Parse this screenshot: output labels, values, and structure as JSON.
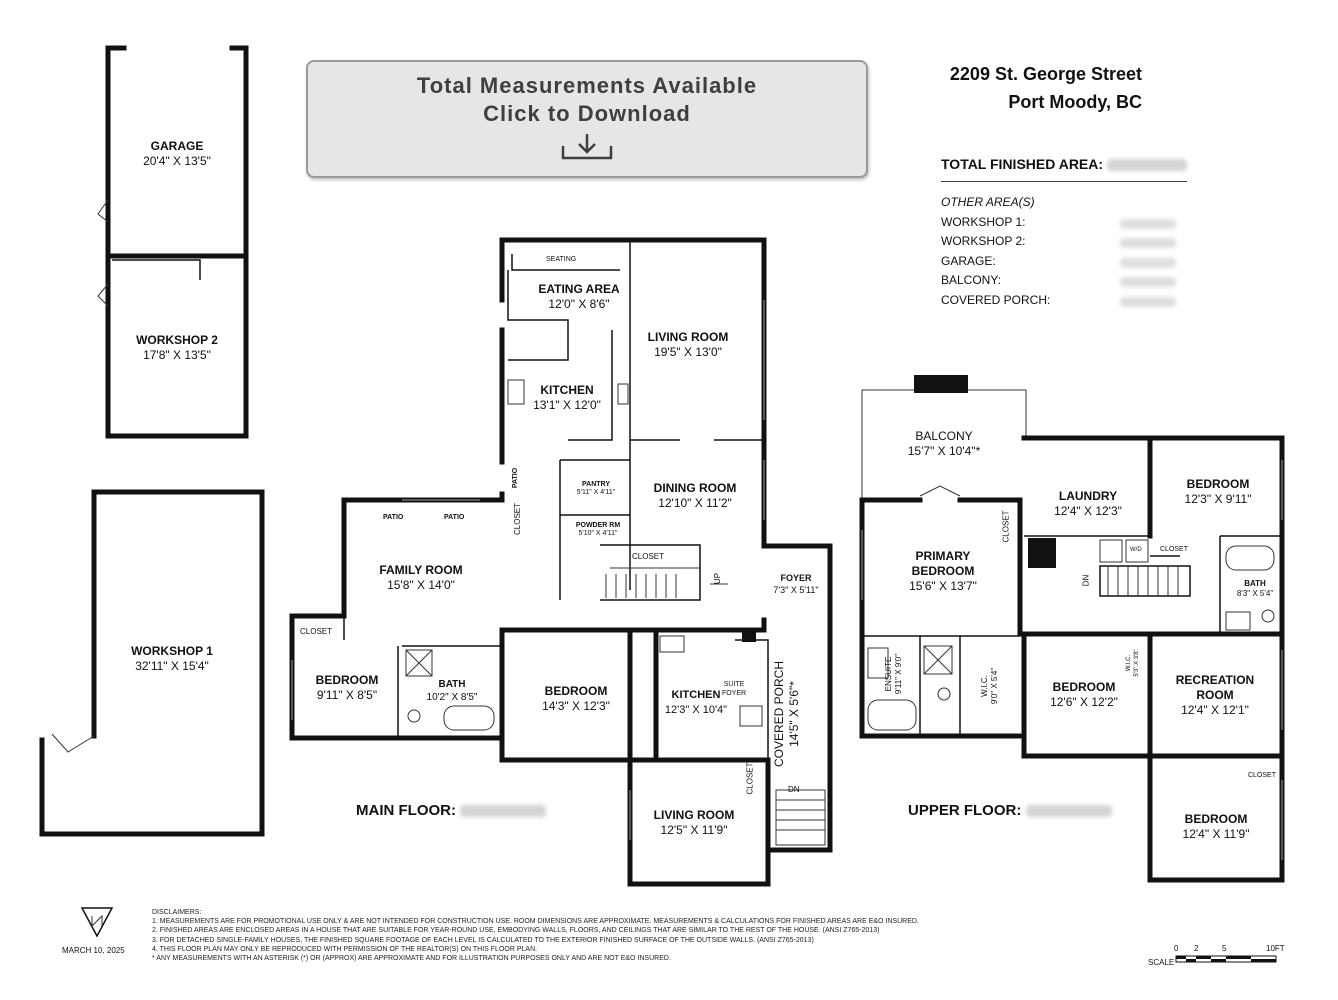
{
  "download_button": {
    "line1": "Total Measurements Available",
    "line2": "Click to Download",
    "icon": "download-icon"
  },
  "address": {
    "street": "2209 St. George Street",
    "city": "Port Moody, BC"
  },
  "total_finished_area_label": "TOTAL FINISHED AREA:",
  "other_areas": {
    "heading": "OTHER AREA(S)",
    "items": [
      "WORKSHOP 1:",
      "WORKSHOP 2:",
      "GARAGE:",
      "BALCONY:",
      "COVERED PORCH:"
    ]
  },
  "rooms": {
    "garage": {
      "name": "GARAGE",
      "dims": "20'4\" X 13'5\""
    },
    "workshop2": {
      "name": "WORKSHOP 2",
      "dims": "17'8\" X 13'5\""
    },
    "workshop1": {
      "name": "WORKSHOP 1",
      "dims": "32'11\" X 15'4\""
    },
    "eating_area": {
      "name": "EATING AREA",
      "dims": "12'0\" X 8'6\""
    },
    "living_room_main": {
      "name": "LIVING ROOM",
      "dims": "19'5\" X 13'0\""
    },
    "kitchen_main": {
      "name": "KITCHEN",
      "dims": "13'1\" X 12'0\""
    },
    "dining_room": {
      "name": "DINING ROOM",
      "dims": "12'10\" X 11'2\""
    },
    "pantry": {
      "name": "PANTRY",
      "dims": "5'11\" X 4'11\""
    },
    "powder_rm": {
      "name": "POWDER RM",
      "dims": "5'10\" X 4'11\""
    },
    "family_room": {
      "name": "FAMILY ROOM",
      "dims": "15'8\" X 14'0\""
    },
    "foyer": {
      "name": "FOYER",
      "dims": "7'3\" X 5'11\""
    },
    "bedroom_suite_a": {
      "name": "BEDROOM",
      "dims": "9'11\" X 8'5\""
    },
    "bath_main": {
      "name": "BATH",
      "dims": "10'2\" X 8'5\""
    },
    "bedroom_main": {
      "name": "BEDROOM",
      "dims": "14'3\" X 12'3\""
    },
    "kitchen_suite": {
      "name": "KITCHEN",
      "dims": "12'3\" X 10'4\""
    },
    "covered_porch": {
      "name": "COVERED PORCH",
      "dims": "14'5\" X 5'6\"*"
    },
    "living_room_suite": {
      "name": "LIVING ROOM",
      "dims": "12'5\" X 11'9\""
    },
    "balcony": {
      "name": "BALCONY",
      "dims": "15'7\" X 10'4\"*"
    },
    "laundry": {
      "name": "LAUNDRY",
      "dims": "12'4\" X 12'3\""
    },
    "bedroom_up_tr": {
      "name": "BEDROOM",
      "dims": "12'3\" X 9'11\""
    },
    "primary_bedroom": {
      "name1": "PRIMARY",
      "name2": "BEDROOM",
      "dims": "15'6\" X 13'7\""
    },
    "bath_up": {
      "name": "BATH",
      "dims": "8'3\" X 5'4\""
    },
    "ensuite": {
      "name": "ENSUITE",
      "dims": "9'11\" X 9'0\""
    },
    "wic_primary": {
      "name": "W.I.C.",
      "dims": "9'0\" X 5'4\""
    },
    "bedroom_up_mid": {
      "name": "BEDROOM",
      "dims": "12'6\" X 12'2\""
    },
    "wic_small": {
      "name": "W.I.C.",
      "dims": "5'3\" X 3'8\""
    },
    "recreation_room": {
      "name1": "RECREATION",
      "name2": "ROOM",
      "dims": "12'4\" X 12'1\""
    },
    "bedroom_up_br": {
      "name": "BEDROOM",
      "dims": "12'4\" X 11'9\""
    }
  },
  "fixtures": {
    "closet": "CLOSET",
    "patio": "PATIO",
    "seating": "SEATING",
    "up": "UP",
    "dn": "DN",
    "suite_foyer": "SUITE\nFOYER",
    "wd": "W/D"
  },
  "floor_labels": {
    "main": "MAIN FLOOR:",
    "upper": "UPPER FLOOR:"
  },
  "date": "MARCH 10, 2025",
  "disclaimers": [
    "DISCLAIMERS:",
    "1. MEASUREMENTS ARE FOR PROMOTIONAL USE ONLY & ARE NOT INTENDED FOR CONSTRUCTION USE. ROOM DIMENSIONS ARE APPROXIMATE. MEASUREMENTS & CALCULATIONS FOR FINISHED AREAS ARE E&O INSURED.",
    "2. FINISHED AREAS ARE ENCLOSED AREAS IN A HOUSE THAT ARE SUITABLE FOR YEAR-ROUND USE, EMBODYING WALLS, FLOORS, AND CEILINGS THAT ARE SIMILAR TO THE REST OF THE HOUSE. (ANSI Z765-2013)",
    "3. FOR DETACHED SINGLE-FAMILY HOUSES, THE FINISHED SQUARE FOOTAGE OF EACH LEVEL IS CALCULATED TO THE EXTERIOR FINISHED SURFACE OF THE OUTSIDE WALLS. (ANSI Z765-2013)",
    "4. THIS FLOOR PLAN MAY ONLY BE REPRODUCED WITH PERMISSION OF THE REALTOR(S) ON THIS FLOOR PLAN.",
    "* ANY MEASUREMENTS WITH AN ASTERISK (*) OR (APPROX) ARE APPROXIMATE AND FOR ILLUSTRATION PURPOSES ONLY AND ARE NOT E&O INSURED."
  ],
  "scale": {
    "label": "SCALE",
    "ticks": [
      "0",
      "2",
      "5",
      "10FT"
    ]
  },
  "north_arrow": {
    "label": "N",
    "icon": "north-arrow-icon"
  }
}
